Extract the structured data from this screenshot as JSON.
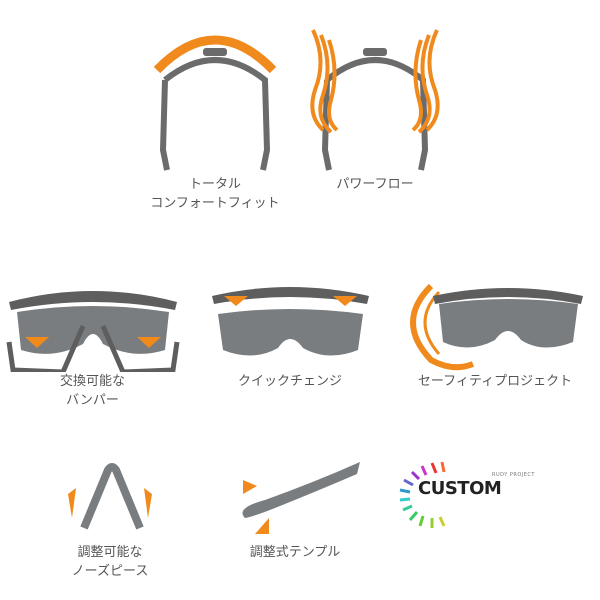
{
  "colors": {
    "accent": "#F08A1C",
    "frame": "#6B6B6B",
    "lens": "#7A7D80"
  },
  "features": [
    {
      "label_lines": [
        "トータル",
        "コンフォートフィット"
      ],
      "icon": "total-comfort-fit-icon"
    },
    {
      "label_lines": [
        "パワーフロー"
      ],
      "icon": "power-flow-icon"
    },
    {
      "label_lines": [
        "交換可能な",
        "バンパー"
      ],
      "icon": "interchangeable-bumper-icon"
    },
    {
      "label_lines": [
        "クイックチェンジ"
      ],
      "icon": "quick-change-icon"
    },
    {
      "label_lines": [
        "セーフィティプロジェクト"
      ],
      "icon": "safety-project-icon"
    },
    {
      "label_lines": [
        "調整可能な",
        "ノーズピース"
      ],
      "icon": "adjustable-nosepiece-icon"
    },
    {
      "label_lines": [
        "調整式テンプル"
      ],
      "icon": "adjustable-temple-icon"
    }
  ],
  "logo": {
    "brand": "RUDY PROJECT",
    "name": "CUSTOM"
  }
}
